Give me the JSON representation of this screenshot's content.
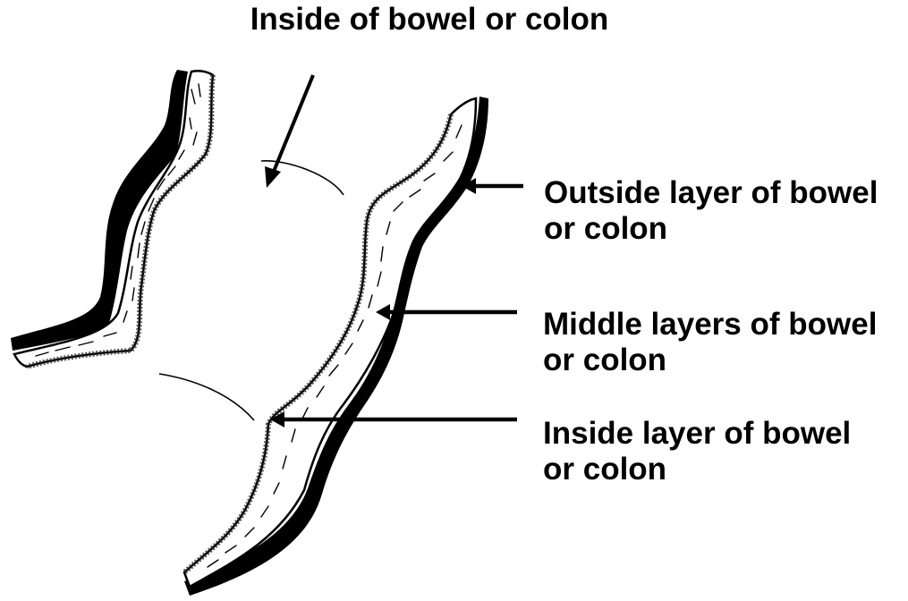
{
  "diagram": {
    "title": "Inside of bowel or colon",
    "labels": {
      "outer": {
        "line1": "Outside layer of bowel",
        "line2": "or colon"
      },
      "middle": {
        "line1": "Middle layers of bowel",
        "line2": "or colon"
      },
      "inner": {
        "line1": "Inside layer of bowel",
        "line2": "or colon"
      }
    },
    "colors": {
      "ink": "#000000",
      "tissue": "#ffffff",
      "mucosa": "#555555"
    }
  }
}
